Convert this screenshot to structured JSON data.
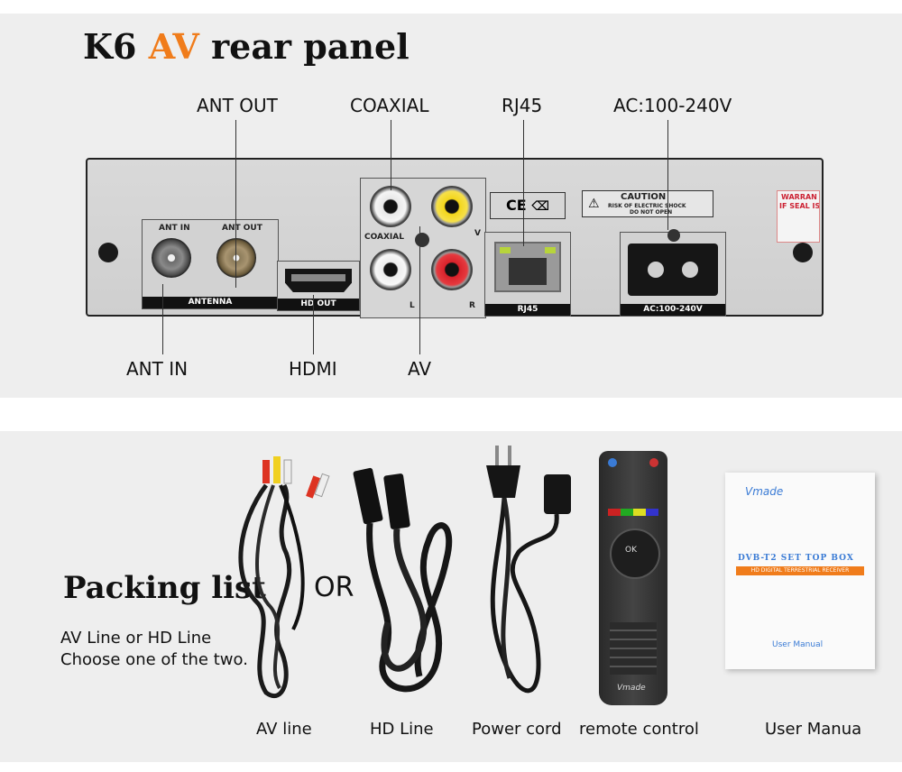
{
  "rear_panel": {
    "title_prefix": "K6",
    "title_accent": "AV",
    "title_suffix": "rear panel",
    "accent_color": "#f07c1b",
    "callouts": {
      "ant_out": "ANT OUT",
      "coaxial": "COAXIAL",
      "rj45": "RJ45",
      "ac": "AC:100-240V",
      "ant_in": "ANT IN",
      "hdmi": "HDMI",
      "av": "AV"
    },
    "device_labels": {
      "ant_in": "ANT IN",
      "ant_out": "ANT OUT",
      "antenna": "ANTENNA",
      "hd_out": "HD OUT",
      "coaxial": "COAXIAL",
      "v": "V",
      "l": "L",
      "r": "R",
      "rj45": "RJ45",
      "ac": "AC:100-240V",
      "ce": "CE",
      "caution": "CAUTION",
      "caution_line1": "RISK OF ELECTRIC SHOCK",
      "caution_line2": "DO NOT OPEN",
      "warranty": "WARRAN",
      "warranty_line2": "IF SEAL IS"
    }
  },
  "packing_list": {
    "title": "Packing list",
    "or_label": "OR",
    "note_line1": "AV Line or HD Line",
    "note_line2": "Choose one of the two.",
    "captions": {
      "av_line": "AV line",
      "hd_line": "HD Line",
      "power_cord": "Power cord",
      "remote_control": "remote control",
      "user_manual": "User Manua"
    },
    "manual": {
      "brand": "Vmade",
      "title": "DVB-T2 SET TOP BOX",
      "subtitle": "HD DIGITAL TERRESTRIAL RECEIVER",
      "footer": "User Manual"
    },
    "remote": {
      "brand": "Vmade",
      "ok": "OK"
    }
  }
}
